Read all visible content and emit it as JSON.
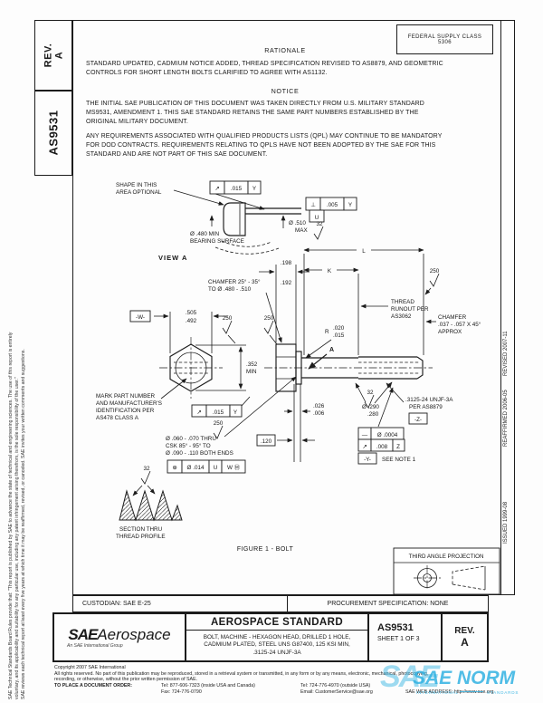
{
  "side": {
    "rev_tab_line1": "REV.",
    "rev_tab_line2": "A",
    "doc_tab": "AS9531",
    "disclaimer1": "SAE Technical Standards Board Rules provide that: \"This report is published by SAE to advance the state of technical and engineering sciences. The use of this report is entirely",
    "disclaimer2": "voluntary, and its applicability and suitability for any particular use, including any patent infringement arising therefrom, is the sole responsibility of the user.\"",
    "disclaimer3": "SAE reviews each technical report at least every five years at which time it may be reaffirmed, revised, or canceled. SAE invites your written comments and suggestions.",
    "revised": "REVISED 2007-11",
    "reaffirmed": "REAFFIRMED 2006-05",
    "issued": "ISSUED 1999-08"
  },
  "header": {
    "fsc1": "FEDERAL SUPPLY CLASS",
    "fsc2": "5306",
    "rationale_title": "RATIONALE",
    "rationale_body": "STANDARD UPDATED, CADMIUM NOTICE ADDED, THREAD SPECIFICATION REVISED TO AS8879, AND GEOMETRIC\nCONTROLS FOR SHORT LENGTH BOLTS CLARIFIED TO AGREE WITH AS1132.",
    "notice_title": "NOTICE",
    "notice_body": "THE INITIAL SAE PUBLICATION OF THIS DOCUMENT WAS TAKEN DIRECTLY FROM U.S. MILITARY STANDARD\nMS9531, AMENDMENT 1. THIS SAE STANDARD RETAINS THE SAME PART NUMBERS ESTABLISHED BY THE\nORIGINAL MILITARY DOCUMENT.",
    "qpl_body": "ANY REQUIREMENTS ASSOCIATED WITH QUALIFIED PRODUCTS LISTS (QPL) MAY CONTINUE TO BE MANDATORY\nFOR DOD CONTRACTS. REQUIREMENTS RELATING TO QPLS HAVE NOT BEEN ADOPTED BY THE SAE FOR THIS\nSTANDARD AND ARE NOT PART OF THIS SAE DOCUMENT."
  },
  "drawing": {
    "shape1": "SHAPE IN THIS",
    "shape2": "AREA OPTIONAL",
    "fcf1_sym": "↗",
    "fcf1_tol": ".015",
    "fcf1_dat": "Y",
    "dia510": "Ø .510",
    "dia510b": "MAX",
    "dia480": "Ø .480 MIN",
    "dia480b": "BEARING SURFACE",
    "view_a": "VIEW A",
    "fcf2_sym": "⊥",
    "fcf2_tol": ".005",
    "fcf2_dat": "Y",
    "datum_u": "U",
    "fin32": "32",
    "fin250": "250",
    "dim_l": "L",
    "dim_k": "K",
    "h198": ".198",
    "h192": ".192",
    "thr1": "THREAD",
    "thr2": "RUNOUT PER",
    "thr3": "AS3062",
    "cham1": "CHAMFER",
    "cham2": ".037 - .057 X 45°",
    "cham3": "APPROX",
    "chamh1": "CHAMFER 25° - 35°",
    "chamh2": "TO Ø .480 - .510",
    "r_lbl": "R",
    "r020": ".020",
    "r015": ".015",
    "arrow_a": "A",
    "dat_w": "-W-",
    "af505": ".505",
    "af492": ".492",
    "m352": ".352",
    "m352b": "MIN",
    "mark1": "MARK PART NUMBER",
    "mark2": "AND MANUFACTURER'S",
    "mark3": "IDENTIFICATION PER",
    "mark4": "AS478 CLASS A",
    "fcf3_sym": "↗",
    "fcf3_tol": ".015",
    "fcf3_dat": "Y",
    "hole1": "Ø .060 - .070 THRU",
    "hole2": "CSK 85° - 95° TO",
    "hole3": "Ø .090 - .110 BOTH ENDS",
    "fcf4_sym": "⊕",
    "fcf4_tol": "Ø .014",
    "fcf4_d1": "U",
    "fcf4_d2": "W Ⓜ",
    "d120": ".120",
    "g026": ".026",
    "g006": ".006",
    "dia290": "Ø .290",
    "dia280": ".280",
    "thcall1": ".3125-24 UNJF-3A",
    "thcall2": "PER AS8879",
    "dat_z": "-Z-",
    "fcf5_sym": "—",
    "fcf5_tol": "Ø .0004",
    "fcf6_sym": "↗",
    "fcf6_tol": ".008",
    "fcf6_dat": "Z",
    "dat_y": "-Y-",
    "note1": "SEE NOTE 1",
    "sec1": "SECTION THRU",
    "sec2": "THREAD PROFILE",
    "figure": "FIGURE 1 - BOLT",
    "projection_title": "THIRD ANGLE PROJECTION"
  },
  "footer_block": {
    "custodian": "CUSTODIAN:  SAE E-25",
    "procurement": "PROCUREMENT SPECIFICATION:  NONE",
    "logo_sae": "SAE",
    "logo_aero": "Aerospace",
    "logo_sub": "An SAE International Group",
    "doc_type": "AEROSPACE STANDARD",
    "doc_title": "BOLT, MACHINE - HEXAGON HEAD, DRILLED 1 HOLE,\nCADMIUM PLATED, STEEL UNS G87400, 125 KSI MIN,\n.3125-24 UNJF-3A",
    "doc_number": "AS9531",
    "sheet": "SHEET 1 OF 3",
    "rev_label": "REV.",
    "rev_value": "A"
  },
  "legal": {
    "copyright": "Copyright 2007 SAE International",
    "rights1": "All rights reserved. No part of this publication may be reproduced, stored in a retrieval system or transmitted, in any form or by any means, electronic, mechanical, photocopying,",
    "rights2": "recording, or otherwise, without the prior written permission of SAE.",
    "order_label": "TO PLACE A DOCUMENT ORDER:",
    "tel1": "Tel: 877-606-7323 (inside USA and Canada)",
    "tel2": "Tel: 724-776-4970 (outside USA)",
    "fax": "Fax: 724-776-0790",
    "email": "Email: CustomerService@sae.org",
    "web": "SAE WEB ADDRESS: http://www.sae.org"
  },
  "watermark": {
    "brand": "SAE",
    "text": "SAE NORM",
    "sub1": "INTERNATIONAL",
    "sub2": "STANDARDS"
  }
}
